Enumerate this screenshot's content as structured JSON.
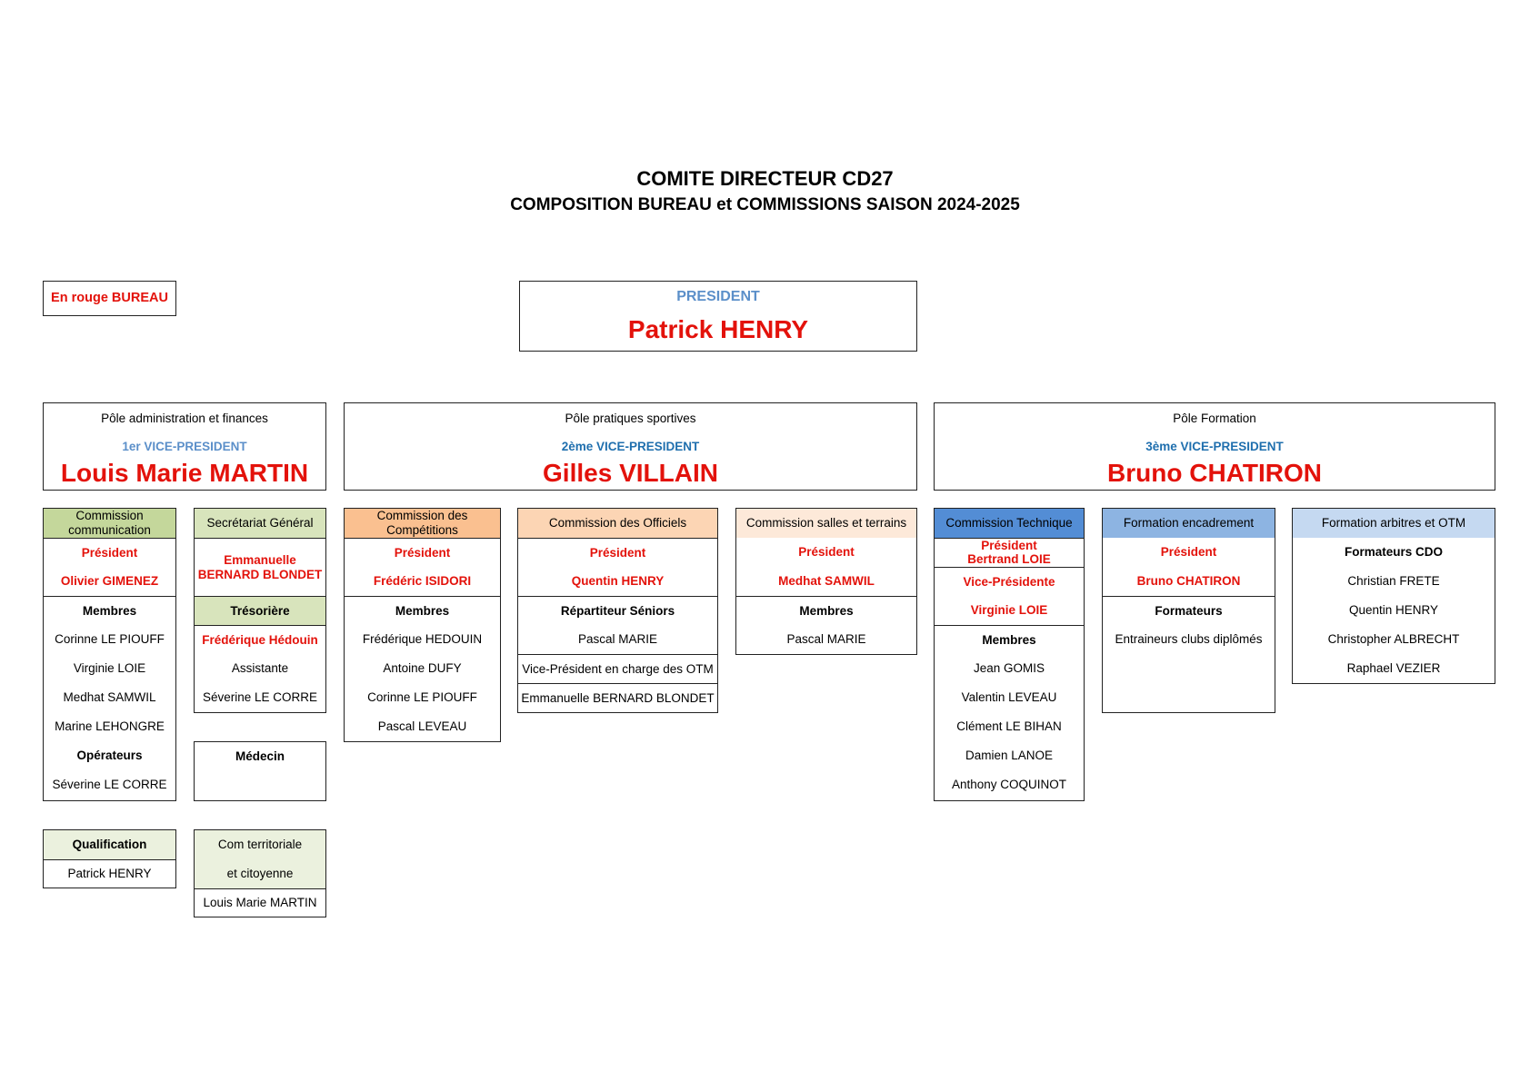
{
  "header": {
    "title": "COMITE DIRECTEUR CD27",
    "subtitle": "COMPOSITION BUREAU et COMMISSIONS SAISON 2024-2025"
  },
  "legend": "En rouge BUREAU",
  "president": {
    "label": "PRESIDENT",
    "name": "Patrick HENRY"
  },
  "poles": {
    "admin": {
      "name": "Pôle administration et finances",
      "role": "1er VICE-PRESIDENT",
      "person": "Louis Marie MARTIN"
    },
    "sport": {
      "name": "Pôle pratiques sportives",
      "role": "2ème VICE-PRESIDENT",
      "person": "Gilles VILLAIN"
    },
    "formation": {
      "name": "Pôle Formation",
      "role": "3ème VICE-PRESIDENT",
      "person": "Bruno CHATIRON"
    }
  },
  "communication": {
    "title": "Commission communication",
    "president_label": "Président",
    "president": "Olivier GIMENEZ",
    "members_label": "Membres",
    "members": [
      "Corinne LE PIOUFF",
      "Virginie LOIE",
      "Medhat SAMWIL",
      "Marine LEHONGRE"
    ],
    "operators_label": "Opérateurs",
    "operators": [
      "Séverine LE CORRE"
    ]
  },
  "secretariat": {
    "title": "Secrétariat Général",
    "president": "Emmanuelle BERNARD  BLONDET",
    "tresoriere_label": "Trésorière",
    "tresoriere": "Frédérique Hédouin",
    "assistante_label": "Assistante",
    "assistante": "Séverine LE CORRE"
  },
  "medecin": {
    "title": "Médecin"
  },
  "qualification": {
    "title": "Qualification",
    "member": "Patrick HENRY"
  },
  "territoriale": {
    "title_line1": "Com territoriale",
    "title_line2": "et citoyenne",
    "member": "Louis Marie MARTIN"
  },
  "competitions": {
    "title": "Commission des Compétitions",
    "president_label": "Président",
    "president": "Frédéric ISIDORI",
    "members_label": "Membres",
    "members": [
      "Frédérique HEDOUIN",
      "Antoine DUFY",
      "Corinne LE PIOUFF",
      "Pascal LEVEAU"
    ]
  },
  "officiels": {
    "title": "Commission des Officiels",
    "president_label": "Président",
    "president": "Quentin HENRY",
    "repartiteur_label": "Répartiteur Séniors",
    "repartiteur": "Pascal MARIE",
    "vp_label": "Vice-Président en charge des OTM",
    "vp": "Emmanuelle BERNARD BLONDET"
  },
  "salles": {
    "title": "Commission salles et terrains",
    "president_label": "Président",
    "president": "Medhat SAMWIL",
    "members_label": "Membres",
    "members": [
      "Pascal MARIE"
    ]
  },
  "technique": {
    "title": "Commission Technique",
    "president_label": "Président",
    "president": "Bertrand LOIE",
    "vp_label": "Vice-Présidente",
    "vp": "Virginie LOIE",
    "members_label": "Membres",
    "members": [
      "Jean GOMIS",
      "Valentin LEVEAU",
      "Clément LE BIHAN",
      "Damien LANOE",
      "Anthony COQUINOT"
    ]
  },
  "encadrement": {
    "title": "Formation encadrement",
    "president_label": "Président",
    "president": "Bruno CHATIRON",
    "formateurs_label": "Formateurs",
    "formateurs": "Entraineurs clubs diplômés"
  },
  "arbitres": {
    "title": "Formation arbitres et OTM",
    "formateurs_label": "Formateurs CDO",
    "members": [
      "Christian FRETE",
      "Quentin HENRY",
      "Christopher ALBRECHT",
      "Raphael VEZIER"
    ]
  },
  "colors": {
    "red": "#e3120b",
    "communication_header": "#c4d79b",
    "secretariat_header": "#d8e4bc",
    "competitions_header": "#fac090",
    "officiels_header": "#fcd5b4",
    "salles_header": "#fde9d9",
    "technique_header": "#538dd5",
    "encadrement_header": "#8db4e2",
    "arbitres_header": "#c5d9f1",
    "light_green": "#ebf1de"
  }
}
